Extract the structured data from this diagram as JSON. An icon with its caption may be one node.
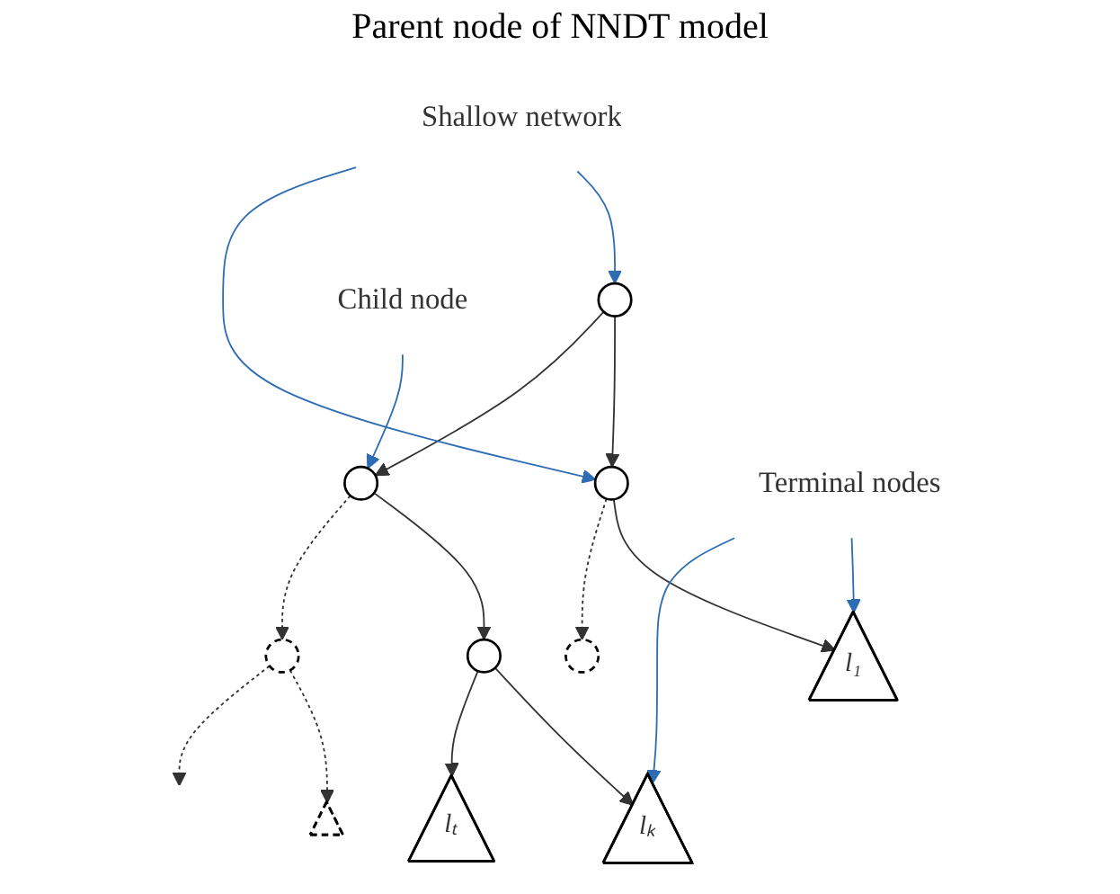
{
  "diagram": {
    "nodes": [
      {
        "text": [],
        "shape": "circle"
      },
      {
        "text": [
          "Shallow network"
        ]
      },
      {
        "text": [
          "Child node"
        ]
      },
      {
        "text": [],
        "shape": "circle"
      },
      {
        "text": [],
        "shape": "circle"
      },
      {
        "text": [
          "l₁"
        ]
      },
      {
        "text": [],
        "shape": "circle"
      },
      {
        "text": [],
        "shape": "circle"
      },
      {
        "text": [],
        "shape": "circle"
      },
      {
        "text": [
          "lₖ"
        ]
      },
      {
        "text": [
          "lₜ"
        ]
      },
      {
        "text": [],
        "shape": "triangle"
      },
      {
        "text": [
          "Terminal nodes"
        ]
      }
    ],
    "edges": [
      {
        "from": 0,
        "to": 3,
        "arrow": "to"
      },
      {
        "from": 0,
        "to": 4,
        "arrow": "to"
      },
      {
        "from": 3,
        "to": 5,
        "arrow": "to"
      },
      {
        "from": 3,
        "to": 6,
        "arrow": "to",
        "style": "dashed"
      },
      {
        "from": 4,
        "to": 7,
        "arrow": "to"
      },
      {
        "from": 4,
        "to": 8,
        "arrow": "to",
        "style": "dashed"
      },
      {
        "from": 7,
        "to": 9,
        "arrow": "to"
      },
      {
        "from": 7,
        "to": 10,
        "arrow": "to"
      },
      {
        "from": 8,
        "to": 11,
        "arrow": "to",
        "style": "dashed"
      },
      {
        "from": 8,
        "to": null,
        "arrow": "to",
        "style": "dashed"
      },
      {
        "from": 1,
        "to": 0,
        "arrow": "to",
        "color": "#2e6db4"
      },
      {
        "from": 1,
        "to": 3,
        "arrow": "to",
        "color": "#2e6db4"
      },
      {
        "from": 2,
        "to": 4,
        "arrow": "to",
        "color": "#2e6db4"
      },
      {
        "from": 12,
        "to": 5,
        "arrow": "to",
        "color": "#2e6db4"
      },
      {
        "from": 12,
        "to": 9,
        "arrow": "to",
        "color": "#2e6db4"
      }
    ],
    "labels": [
      "Parent node of NNDT model"
    ]
  }
}
